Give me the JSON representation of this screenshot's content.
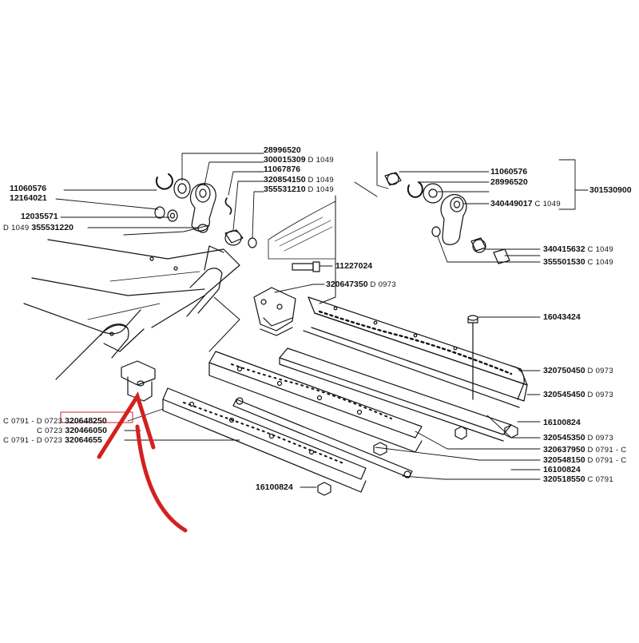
{
  "diagram": {
    "labels": [
      {
        "id": "l28996520a",
        "number": "28996520",
        "code": ""
      },
      {
        "id": "l300015309",
        "number": "300015309",
        "code": "D 1049"
      },
      {
        "id": "l11067876",
        "number": "11067876",
        "code": ""
      },
      {
        "id": "l320854150",
        "number": "320854150",
        "code": "D 1049"
      },
      {
        "id": "l355531210",
        "number": "355531210",
        "code": "D 1049"
      },
      {
        "id": "l11060576a",
        "number": "11060576",
        "code": ""
      },
      {
        "id": "l12164021",
        "number": "12164021",
        "code": ""
      },
      {
        "id": "l12035571",
        "number": "12035571",
        "code": ""
      },
      {
        "id": "l355531220",
        "number": "355531220",
        "code": "D 1049"
      },
      {
        "id": "l11227024",
        "number": "11227024",
        "code": ""
      },
      {
        "id": "l320647350",
        "number": "320647350",
        "code": "D 0973"
      },
      {
        "id": "l11060576b",
        "number": "11060576",
        "code": ""
      },
      {
        "id": "l28996520b",
        "number": "28996520",
        "code": ""
      },
      {
        "id": "l301530900",
        "number": "301530900",
        "code": ""
      },
      {
        "id": "l340449017",
        "number": "340449017",
        "code": "C 1049"
      },
      {
        "id": "l340415632",
        "number": "340415632",
        "code": "C 1049"
      },
      {
        "id": "l355501530",
        "number": "355501530",
        "code": "C 1049"
      },
      {
        "id": "l16043424",
        "number": "16043424",
        "code": ""
      },
      {
        "id": "l320750450",
        "number": "320750450",
        "code": "D 0973"
      },
      {
        "id": "l320545450",
        "number": "320545450",
        "code": "D 0973"
      },
      {
        "id": "l16100824a",
        "number": "16100824",
        "code": ""
      },
      {
        "id": "l320545350",
        "number": "320545350",
        "code": "D 0973"
      },
      {
        "id": "l320637950",
        "number": "320637950",
        "code": "D 0791 - C"
      },
      {
        "id": "l320548150",
        "number": "320548150",
        "code": "D 0791 - C"
      },
      {
        "id": "l16100824b",
        "number": "16100824",
        "code": ""
      },
      {
        "id": "l320518550",
        "number": "320518550",
        "code": "C 0791"
      },
      {
        "id": "l16100824c",
        "number": "16100824",
        "code": ""
      },
      {
        "id": "l320648250",
        "number": "320648250",
        "code": "C 0791 - D 0723"
      },
      {
        "id": "l320466050",
        "number": "320466050",
        "code": "C 0723"
      },
      {
        "id": "l320646550",
        "number": "32064655",
        "code": "C 0791 - D 0723"
      }
    ]
  },
  "colors": {
    "ink": "#111111",
    "annotation": "#d42020",
    "background": "#ffffff"
  }
}
